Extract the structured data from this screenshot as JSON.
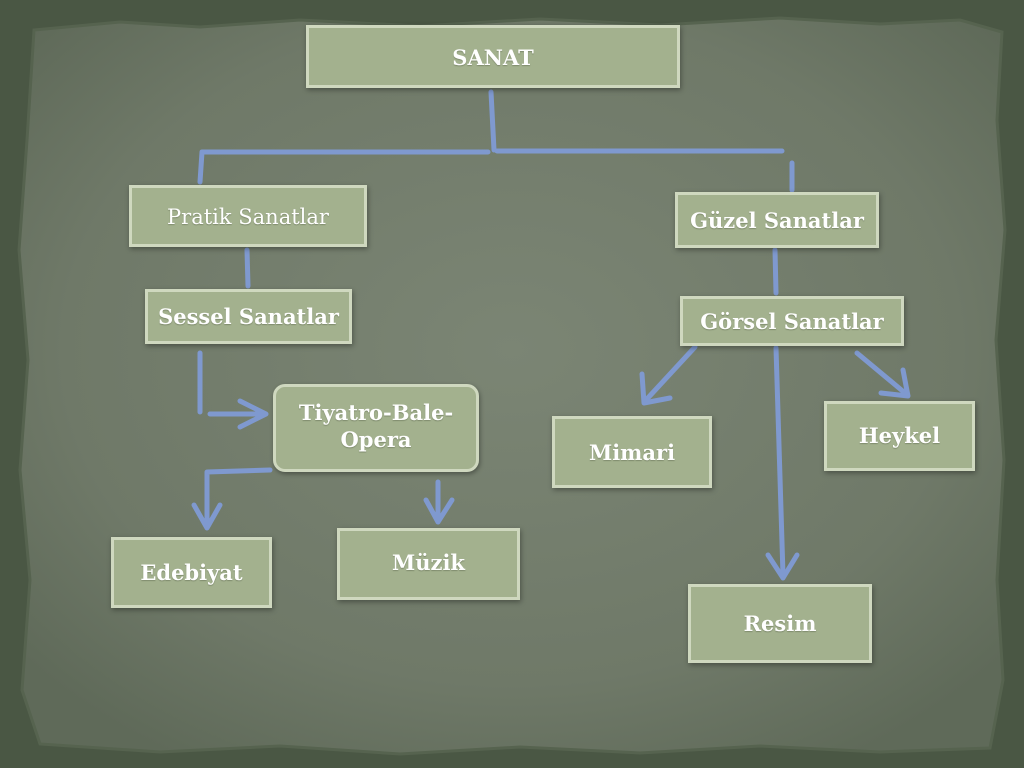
{
  "colors": {
    "background": "#4a5744",
    "paper": "#737d6c",
    "node_fill": "#a3b18e",
    "node_border": "#cfd8bf",
    "connector": "#7f99cf",
    "text": "#ffffff"
  },
  "nodes": {
    "sanat": "SANAT",
    "pratik_sanatlar": "Pratik Sanatlar",
    "guzel_sanatlar": "Güzel Sanatlar",
    "sessel_sanatlar": "Sessel Sanatlar",
    "gorsel_sanatlar": "Görsel Sanatlar",
    "tiyatro_bale_opera": "Tiyatro-Bale-\nOpera",
    "mimari": "Mimari",
    "heykel": "Heykel",
    "edebiyat": "Edebiyat",
    "muzik": "Müzik",
    "resim": "Resim"
  },
  "edges": [
    {
      "from": "sanat",
      "to": "pratik_sanatlar"
    },
    {
      "from": "sanat",
      "to": "guzel_sanatlar"
    },
    {
      "from": "pratik_sanatlar",
      "to": "sessel_sanatlar"
    },
    {
      "from": "guzel_sanatlar",
      "to": "gorsel_sanatlar"
    },
    {
      "from": "sessel_sanatlar",
      "to": "tiyatro_bale_opera"
    },
    {
      "from": "tiyatro_bale_opera",
      "to": "edebiyat"
    },
    {
      "from": "tiyatro_bale_opera",
      "to": "muzik"
    },
    {
      "from": "gorsel_sanatlar",
      "to": "mimari"
    },
    {
      "from": "gorsel_sanatlar",
      "to": "resim"
    },
    {
      "from": "gorsel_sanatlar",
      "to": "heykel"
    }
  ]
}
